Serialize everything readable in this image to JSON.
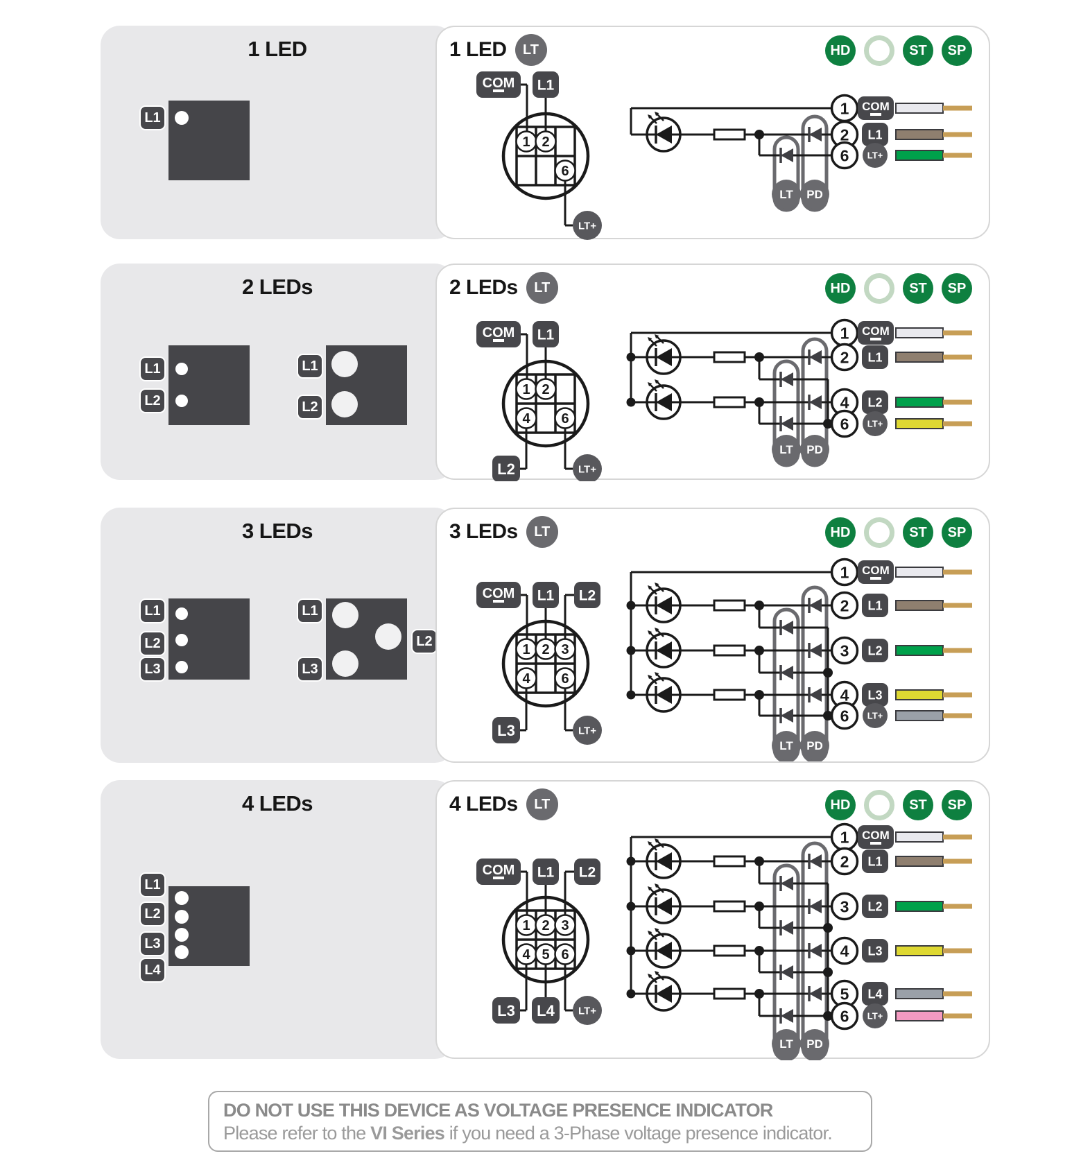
{
  "colors": {
    "panel_gray": "#e8e8ea",
    "dark": "#47474b",
    "mid_gray": "#6a6a6e",
    "lt_plus_gray": "#58585c",
    "green_badge": "#0e8040",
    "ring_green": "#c2d8c2",
    "line": "#1a1a1a",
    "wire_border": "#3a3a3e",
    "wire_end": "#c79e56",
    "wire_white": "#e9e9ee",
    "wire_brown": "#8f7f6f",
    "wire_green": "#00a14b",
    "wire_yellow": "#ded832",
    "wire_gray": "#9aa0a8",
    "wire_pink": "#f49ac1"
  },
  "legend_badges": [
    {
      "label": "HD",
      "type": "filled"
    },
    {
      "label": "",
      "type": "ring"
    },
    {
      "label": "ST",
      "type": "filled"
    },
    {
      "label": "SP",
      "type": "filled"
    }
  ],
  "rows": [
    {
      "title": "1 LED",
      "lt_badge": "LT",
      "devices": [
        {
          "labels": [
            "L1"
          ],
          "holes": "small"
        }
      ],
      "pin": {
        "top_badges": [
          "COM",
          "L1"
        ],
        "top_pins": [
          "1",
          "2",
          ""
        ],
        "bottom_pins": [
          "",
          "",
          "6"
        ],
        "bottom_badges": [
          "LT+"
        ]
      },
      "pill_labels": [
        "LT",
        "PD"
      ],
      "terminals": [
        {
          "pin": "1",
          "label": "COM",
          "wire": "wire_white"
        },
        {
          "pin": "2",
          "label": "L1",
          "wire": "wire_brown"
        },
        {
          "pin": "6",
          "label": "LT+",
          "wire": "wire_green"
        }
      ]
    },
    {
      "title": "2 LEDs",
      "lt_badge": "LT",
      "devices": [
        {
          "labels": [
            "L1",
            "L2"
          ],
          "holes": "small"
        },
        {
          "labels": [
            "L1",
            "L2"
          ],
          "holes": "large"
        }
      ],
      "pin": {
        "top_badges": [
          "COM",
          "L1"
        ],
        "top_pins": [
          "1",
          "2",
          ""
        ],
        "bottom_pins": [
          "4",
          "",
          "6"
        ],
        "bottom_badges": [
          "L2",
          "LT+"
        ]
      },
      "pill_labels": [
        "LT",
        "PD"
      ],
      "terminals": [
        {
          "pin": "1",
          "label": "COM",
          "wire": "wire_white"
        },
        {
          "pin": "2",
          "label": "L1",
          "wire": "wire_brown"
        },
        {
          "pin": "4",
          "label": "L2",
          "wire": "wire_green"
        },
        {
          "pin": "6",
          "label": "LT+",
          "wire": "wire_yellow"
        }
      ]
    },
    {
      "title": "3 LEDs",
      "lt_badge": "LT",
      "devices": [
        {
          "labels": [
            "L1",
            "L2",
            "L3"
          ],
          "holes": "small"
        },
        {
          "labels": [
            "L1",
            "L2",
            "L3"
          ],
          "holes": "large"
        }
      ],
      "pin": {
        "top_badges": [
          "COM",
          "L1",
          "L2"
        ],
        "top_pins": [
          "1",
          "2",
          "3"
        ],
        "bottom_pins": [
          "4",
          "",
          "6"
        ],
        "bottom_badges": [
          "L3",
          "LT+"
        ]
      },
      "pill_labels": [
        "LT",
        "PD"
      ],
      "terminals": [
        {
          "pin": "1",
          "label": "COM",
          "wire": "wire_white"
        },
        {
          "pin": "2",
          "label": "L1",
          "wire": "wire_brown"
        },
        {
          "pin": "3",
          "label": "L2",
          "wire": "wire_green"
        },
        {
          "pin": "4",
          "label": "L3",
          "wire": "wire_yellow"
        },
        {
          "pin": "6",
          "label": "LT+",
          "wire": "wire_gray"
        }
      ]
    },
    {
      "title": "4 LEDs",
      "lt_badge": "LT",
      "devices": [
        {
          "labels": [
            "L1",
            "L2",
            "L3",
            "L4"
          ],
          "holes": "small"
        }
      ],
      "pin": {
        "top_badges": [
          "COM",
          "L1",
          "L2"
        ],
        "top_pins": [
          "1",
          "2",
          "3"
        ],
        "bottom_pins": [
          "4",
          "5",
          "6"
        ],
        "bottom_badges": [
          "L3",
          "L4",
          "LT+"
        ]
      },
      "pill_labels": [
        "LT",
        "PD"
      ],
      "terminals": [
        {
          "pin": "1",
          "label": "COM",
          "wire": "wire_white"
        },
        {
          "pin": "2",
          "label": "L1",
          "wire": "wire_brown"
        },
        {
          "pin": "3",
          "label": "L2",
          "wire": "wire_green"
        },
        {
          "pin": "4",
          "label": "L3",
          "wire": "wire_yellow"
        },
        {
          "pin": "5",
          "label": "L4",
          "wire": "wire_gray"
        },
        {
          "pin": "6",
          "label": "LT+",
          "wire": "wire_pink"
        }
      ]
    }
  ],
  "warning": {
    "line1": "DO NOT USE THIS DEVICE AS VOLTAGE PRESENCE INDICATOR",
    "line2_prefix": "Please refer to the ",
    "line2_bold": "VI Series",
    "line2_suffix": " if you need a 3-Phase voltage presence indicator."
  }
}
